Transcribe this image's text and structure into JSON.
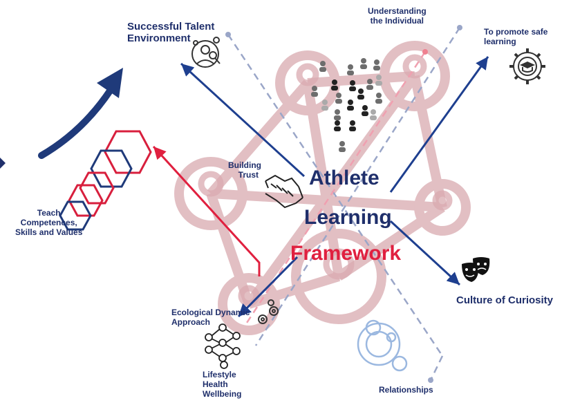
{
  "title": {
    "line1": "Athlete",
    "line2": "Learning",
    "line3": "Framework"
  },
  "labels": {
    "successful_talent_environment": [
      "Successful Talent",
      "Environment"
    ],
    "understanding_individual": [
      "Understanding",
      "the Individual"
    ],
    "promote_safe_learning": [
      "To promote safe",
      "learning"
    ],
    "building_trust": [
      "Building",
      "Trust"
    ],
    "culture_of_curiosity": "Culture of Curiosity",
    "teach_competences": [
      "Teach",
      "Competences,",
      "Skills and Values"
    ],
    "ecological_dynamic": [
      "Ecological Dynamic",
      "Approach"
    ],
    "lifestyle": [
      "Lifestyle",
      "Health",
      "Wellbeing"
    ],
    "relationships": "Relationships"
  },
  "colors": {
    "navy": "#1f2f6b",
    "arrow_blue": "#1e3f8f",
    "red": "#e0203f",
    "pink_network": "#d9aab0",
    "dashed_blue": "#9aa6c8",
    "dashed_pink": "#f0a0b0",
    "light_blue": "#9bb8e0"
  },
  "icons": [
    "bulb-gear-icon",
    "people-crowd-icon",
    "graduation-gear-icon",
    "handshake-icon",
    "theatre-masks-icon",
    "hexagon-chain-icon",
    "neural-network-icon",
    "gears-icon",
    "circles-icon",
    "rising-arrow-icon"
  ]
}
